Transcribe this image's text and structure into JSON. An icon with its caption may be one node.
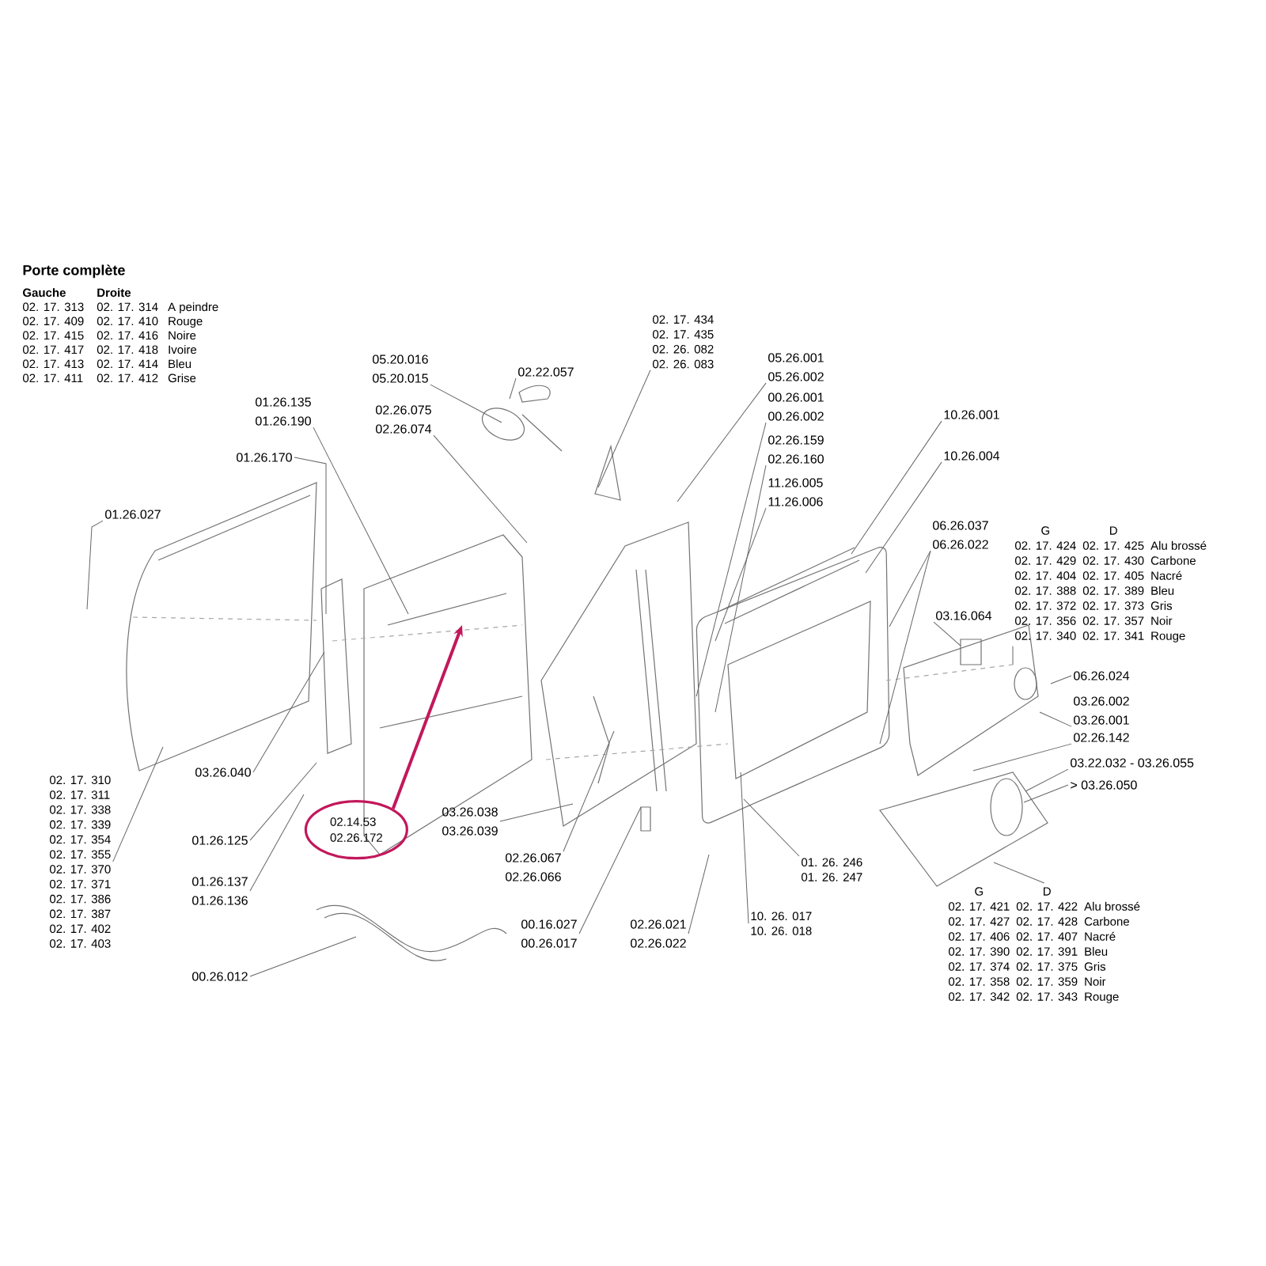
{
  "diagram": {
    "title": "Porte complète",
    "nodes": [
      {
        "text": [
          "01.26.135",
          "01.26.190"
        ]
      },
      {
        "text": [
          "01.26.170"
        ]
      },
      {
        "text": [
          "01.26.027"
        ]
      },
      {
        "text": [
          "05.20.016",
          "05.20.015"
        ]
      },
      {
        "text": [
          "02.22.057"
        ]
      },
      {
        "text": [
          "02.26.075",
          "02.26.074"
        ]
      },
      {
        "text": [
          "02. 17. 434",
          "02. 17. 435",
          "02. 26. 082",
          "02. 26. 083"
        ]
      },
      {
        "text": [
          "05.26.001",
          "05.26.002"
        ]
      },
      {
        "text": [
          "00.26.001",
          "00.26.002"
        ]
      },
      {
        "text": [
          "02.26.159",
          "02.26.160"
        ]
      },
      {
        "text": [
          "11.26.005",
          "11.26.006"
        ]
      },
      {
        "text": [
          "10.26.001"
        ]
      },
      {
        "text": [
          "10.26.004"
        ]
      },
      {
        "text": [
          "06.26.037",
          "06.26.022"
        ]
      },
      {
        "text": [
          "G",
          "D",
          "02. 17. 424",
          "02. 17. 425",
          "Alu brossé",
          "02. 17. 429",
          "02. 17. 430",
          "Carbone",
          "02. 17. 404",
          "02. 17. 405",
          "Nacré",
          "02. 17. 388",
          "02. 17. 389",
          "Bleu",
          "02. 17. 372",
          "02. 17. 373",
          "Gris",
          "02. 17. 356",
          "02. 17. 357",
          "Noir",
          "02. 17. 340",
          "02. 17. 341",
          "Rouge"
        ]
      },
      {
        "text": [
          "03.16.064"
        ]
      },
      {
        "text": [
          "06.26.024"
        ]
      },
      {
        "text": [
          "03.26.002",
          "03.26.001"
        ]
      },
      {
        "text": [
          "02.26.142"
        ]
      },
      {
        "text": [
          "03.22.032 - 03.26.055"
        ]
      },
      {
        "text": [
          "> 03.26.050"
        ]
      },
      {
        "text": [
          "02. 17. 310",
          "02. 17. 311",
          "02. 17. 338",
          "02. 17. 339",
          "02. 17. 354",
          "02. 17. 355",
          "02. 17. 370",
          "02. 17. 371",
          "02. 17. 386",
          "02. 17. 387",
          "02. 17. 402",
          "02. 17. 403"
        ]
      },
      {
        "text": [
          "03.26.040"
        ]
      },
      {
        "text": [
          "01.26.125"
        ]
      },
      {
        "text": [
          "02.14.53",
          "02.26.172"
        ]
      },
      {
        "text": [
          "03.26.038",
          "03.26.039"
        ]
      },
      {
        "text": [
          "01.26.137",
          "01.26.136"
        ]
      },
      {
        "text": [
          "00.26.012"
        ]
      },
      {
        "text": [
          "02.26.067",
          "02.26.066"
        ]
      },
      {
        "text": [
          "01. 26. 246",
          "01. 26. 247"
        ]
      },
      {
        "text": [
          "G",
          "D",
          "02. 17. 421",
          "02. 17. 422",
          "Alu brossé",
          "02. 17. 427",
          "02. 17. 428",
          "Carbone",
          "02. 17. 406",
          "02. 17. 407",
          "Nacré",
          "02. 17. 390",
          "02. 17. 391",
          "Bleu",
          "02. 17. 374",
          "02. 17. 375",
          "Gris",
          "02. 17. 358",
          "02. 17. 359",
          "Noir",
          "02. 17. 342",
          "02. 17. 343",
          "Rouge"
        ]
      },
      {
        "text": [
          "00.16.027",
          "00.26.017"
        ]
      },
      {
        "text": [
          "02.26.021",
          "02.26.022"
        ]
      },
      {
        "text": [
          "10. 26. 017",
          "10. 26. 018"
        ]
      }
    ],
    "edges": [
      {
        "from": 0,
        "to": null,
        "arrow": "none"
      },
      {
        "from": 1,
        "to": null,
        "arrow": "none"
      },
      {
        "from": 2,
        "to": null,
        "arrow": "none"
      },
      {
        "from": 3,
        "to": null,
        "arrow": "none"
      },
      {
        "from": 4,
        "to": null,
        "arrow": "none"
      },
      {
        "from": 5,
        "to": null,
        "arrow": "none"
      },
      {
        "from": 6,
        "to": null,
        "arrow": "none"
      },
      {
        "from": 7,
        "to": null,
        "arrow": "none"
      },
      {
        "from": 8,
        "to": null,
        "arrow": "none"
      },
      {
        "from": 9,
        "to": null,
        "arrow": "none"
      },
      {
        "from": 10,
        "to": null,
        "arrow": "none"
      },
      {
        "from": 11,
        "to": null,
        "arrow": "none"
      },
      {
        "from": 12,
        "to": null,
        "arrow": "none"
      },
      {
        "from": 13,
        "to": null,
        "arrow": "none"
      },
      {
        "from": 13,
        "to": null,
        "arrow": "none"
      },
      {
        "from": 14,
        "to": null,
        "arrow": "none"
      },
      {
        "from": 15,
        "to": null,
        "arrow": "none"
      },
      {
        "from": 16,
        "to": null,
        "arrow": "none"
      },
      {
        "from": 17,
        "to": null,
        "arrow": "none"
      },
      {
        "from": 18,
        "to": null,
        "arrow": "none"
      },
      {
        "from": 19,
        "to": null,
        "arrow": "none"
      },
      {
        "from": 20,
        "to": null,
        "arrow": "none"
      },
      {
        "from": 21,
        "to": null,
        "arrow": "none"
      },
      {
        "from": 22,
        "to": null,
        "arrow": "none"
      },
      {
        "from": 23,
        "to": null,
        "arrow": "none"
      },
      {
        "from": 24,
        "to": null,
        "arrow": "to",
        "style": "thick",
        "color": "#c2185b"
      },
      {
        "from": 25,
        "to": null,
        "arrow": "none"
      },
      {
        "from": 26,
        "to": null,
        "arrow": "none"
      },
      {
        "from": 27,
        "to": null,
        "arrow": "none"
      },
      {
        "from": 28,
        "to": null,
        "arrow": "none"
      },
      {
        "from": 29,
        "to": null,
        "arrow": "none"
      },
      {
        "from": 30,
        "to": null,
        "arrow": "none"
      },
      {
        "from": 31,
        "to": null,
        "arrow": "none"
      },
      {
        "from": 32,
        "to": null,
        "arrow": "none"
      },
      {
        "from": 33,
        "to": null,
        "arrow": "none"
      }
    ],
    "labels": [
      "Gauche",
      "Droite",
      "02. 17. 313",
      "02. 17. 314",
      "A peindre",
      "02. 17. 409",
      "02. 17. 410",
      "Rouge",
      "02. 17. 415",
      "02. 17. 416",
      "Noire",
      "02. 17. 417",
      "02. 17. 418",
      "Ivoire",
      "02. 17. 413",
      "02. 17. 414",
      "Bleu",
      "02. 17. 411",
      "02. 17. 412",
      "Grise"
    ]
  }
}
